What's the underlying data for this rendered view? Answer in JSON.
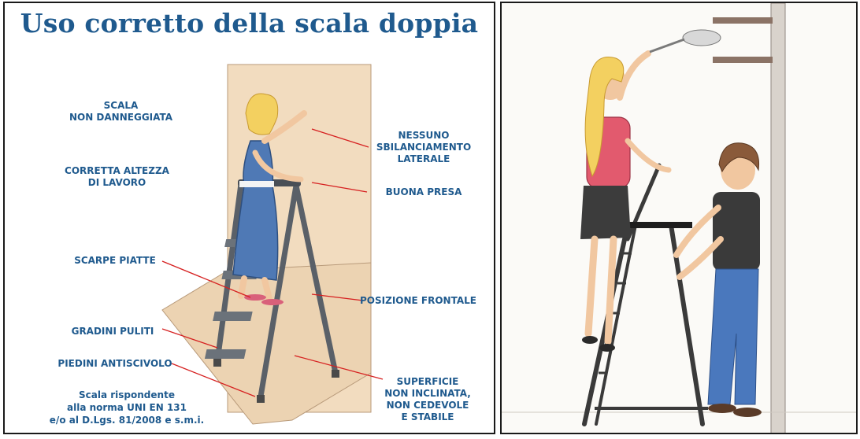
{
  "left": {
    "title": "Uso corretto della scala doppia",
    "labels": {
      "scala": "SCALA\nNON DANNEGGIATA",
      "altezza": "CORRETTA ALTEZZA\nDI LAVORO",
      "scarpe": "SCARPE PIATTE",
      "gradini": "GRADINI PULITI",
      "piedini": "PIEDINI ANTISCIVOLO",
      "sbilanciamento": "NESSUNO\nSBILANCIAMENTO\nLATERALE",
      "presa": "BUONA PRESA",
      "frontale": "POSIZIONE FRONTALE",
      "superficie": "SUPERFICIE\nNON INCLINATA,\nNON CEDEVOLE\nE STABILE"
    },
    "note": {
      "line1": "Scala rispondente",
      "line2_prefix": "alla norma ",
      "line2_norm": "UNI EN 131",
      "line3": "e/o al D.Lgs. 81/2008 e s.m.i."
    }
  },
  "colors": {
    "title_blue": "#1f5a8e",
    "arrow_red": "#d62020",
    "wall_beige": "#f2dcbf",
    "floor_beige": "#ecd3b2",
    "ladder_grey": "#5a6068",
    "dress_blue": "#4f79b5",
    "hair_blonde": "#f3d060",
    "shirt_red": "#e25a6e",
    "jeans_blue": "#4a78bd"
  }
}
